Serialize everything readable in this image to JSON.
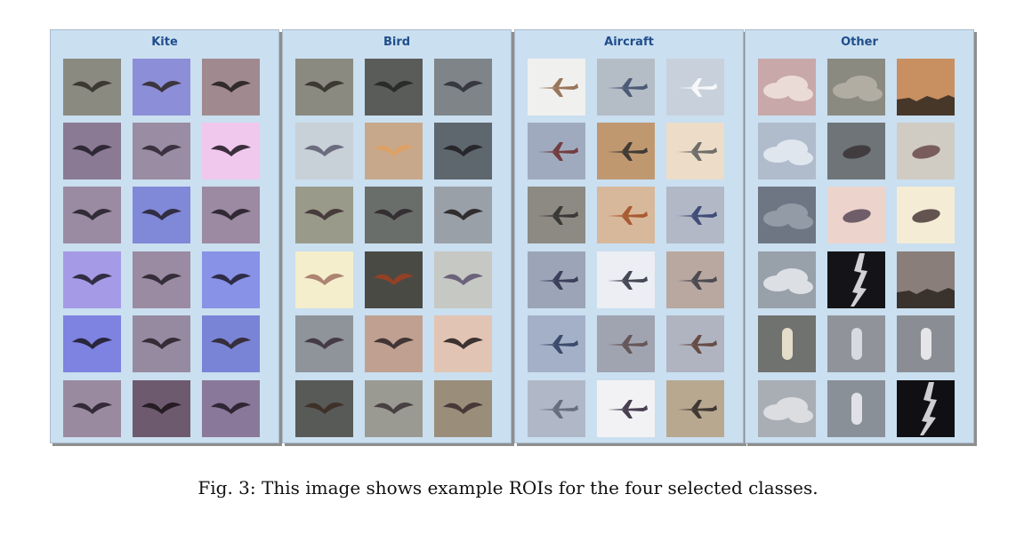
{
  "caption": "Fig. 3: This image shows example ROIs for the four selected classes.",
  "panels": [
    {
      "title": "Kite",
      "tiles": [
        {
          "bg": "#8a8a80",
          "icon": "bird-icon",
          "fg": "#2e2a24"
        },
        {
          "bg": "#8c8ed8",
          "icon": "bird-icon",
          "fg": "#2d2622"
        },
        {
          "bg": "#a08a90",
          "icon": "bird-icon",
          "fg": "#1f1a1a"
        },
        {
          "bg": "#8a7a94",
          "icon": "bird-icon",
          "fg": "#1f1a24"
        },
        {
          "bg": "#9a8ca2",
          "icon": "bird-icon",
          "fg": "#2a2230"
        },
        {
          "bg": "#f0c8ee",
          "icon": "bird-icon",
          "fg": "#1c141c"
        },
        {
          "bg": "#9a8aa2",
          "icon": "bird-icon",
          "fg": "#221a26"
        },
        {
          "bg": "#8088d8",
          "icon": "bird-icon",
          "fg": "#231e2a"
        },
        {
          "bg": "#9c8aa2",
          "icon": "bird-icon",
          "fg": "#1f1722"
        },
        {
          "bg": "#a49ae6",
          "icon": "bird-icon",
          "fg": "#1e1a26"
        },
        {
          "bg": "#9a8aa2",
          "icon": "bird-icon",
          "fg": "#241c28"
        },
        {
          "bg": "#8892e6",
          "icon": "bird-icon",
          "fg": "#1e1a2a"
        },
        {
          "bg": "#7e82e0",
          "icon": "bird-icon",
          "fg": "#1a1620"
        },
        {
          "bg": "#968aa0",
          "icon": "bird-icon",
          "fg": "#231c26"
        },
        {
          "bg": "#7a84d6",
          "icon": "bird-icon",
          "fg": "#2a1e1e"
        },
        {
          "bg": "#9a8aa0",
          "icon": "bird-icon",
          "fg": "#221a26"
        },
        {
          "bg": "#6e5a6e",
          "icon": "bird-icon",
          "fg": "#1a1218"
        },
        {
          "bg": "#8a789a",
          "icon": "bird-icon",
          "fg": "#1e1822"
        }
      ]
    },
    {
      "title": "Bird",
      "tiles": [
        {
          "bg": "#8a8a80",
          "icon": "bird-icon",
          "fg": "#2e2a24"
        },
        {
          "bg": "#5a5c5a",
          "icon": "bird-icon",
          "fg": "#222222"
        },
        {
          "bg": "#7e8488",
          "icon": "bird-icon",
          "fg": "#2a2a34"
        },
        {
          "bg": "#c8d0d8",
          "icon": "bird-icon",
          "fg": "#5a5a70"
        },
        {
          "bg": "#c8a88a",
          "icon": "bird-icon",
          "fg": "#e0a060"
        },
        {
          "bg": "#5e666e",
          "icon": "bird-icon",
          "fg": "#1c1c1e"
        },
        {
          "bg": "#9a9a8a",
          "icon": "bird-icon",
          "fg": "#3a2a2e"
        },
        {
          "bg": "#6a6e6a",
          "icon": "bird-icon",
          "fg": "#2a2428"
        },
        {
          "bg": "#9aa0a8",
          "icon": "bird-icon",
          "fg": "#1e1a1a"
        },
        {
          "bg": "#f4eecc",
          "icon": "bird-icon",
          "fg": "#a07060"
        },
        {
          "bg": "#4a4a44",
          "icon": "bird-icon",
          "fg": "#a04020"
        },
        {
          "bg": "#c6c8c4",
          "icon": "bird-icon",
          "fg": "#5a5070"
        },
        {
          "bg": "#8e949a",
          "icon": "bird-icon",
          "fg": "#3a2a3a"
        },
        {
          "bg": "#c0a090",
          "icon": "bird-icon",
          "fg": "#2a2226"
        },
        {
          "bg": "#e2c4b4",
          "icon": "bird-icon",
          "fg": "#1e1a1a"
        },
        {
          "bg": "#585a58",
          "icon": "bird-icon",
          "fg": "#3a2a20"
        },
        {
          "bg": "#9a9a92",
          "icon": "bird-icon",
          "fg": "#3a3034"
        },
        {
          "bg": "#9a8e7a",
          "icon": "bird-icon",
          "fg": "#3a2a2e"
        }
      ]
    },
    {
      "title": "Aircraft",
      "tiles": [
        {
          "bg": "#f0f0ee",
          "icon": "aircraft-icon",
          "fg": "#8a6040"
        },
        {
          "bg": "#b4bcc6",
          "icon": "aircraft-icon",
          "fg": "#3a4a66"
        },
        {
          "bg": "#c8d0dc",
          "icon": "aircraft-icon",
          "fg": "#ffffff"
        },
        {
          "bg": "#a0aabe",
          "icon": "aircraft-icon",
          "fg": "#6a2a2a"
        },
        {
          "bg": "#c09870",
          "icon": "aircraft-icon",
          "fg": "#2a2a2a"
        },
        {
          "bg": "#ecdcc8",
          "icon": "aircraft-icon",
          "fg": "#5a5a5a"
        },
        {
          "bg": "#8c8a82",
          "icon": "aircraft-icon",
          "fg": "#2a2a2a"
        },
        {
          "bg": "#d8b89a",
          "icon": "aircraft-icon",
          "fg": "#a04a20"
        },
        {
          "bg": "#b2b8c6",
          "icon": "aircraft-icon",
          "fg": "#2a3a6a"
        },
        {
          "bg": "#9ca4b8",
          "icon": "aircraft-icon",
          "fg": "#2a2e4a"
        },
        {
          "bg": "#eceef4",
          "icon": "aircraft-icon",
          "fg": "#2a2a3a"
        },
        {
          "bg": "#b8a8a0",
          "icon": "aircraft-icon",
          "fg": "#3a3a44"
        },
        {
          "bg": "#a4b0c8",
          "icon": "aircraft-icon",
          "fg": "#2a3a5a"
        },
        {
          "bg": "#a0a4b0",
          "icon": "aircraft-icon",
          "fg": "#5a4a4a"
        },
        {
          "bg": "#b0b4c0",
          "icon": "aircraft-icon",
          "fg": "#5a3a30"
        },
        {
          "bg": "#b0b8c8",
          "icon": "aircraft-icon",
          "fg": "#5a6070"
        },
        {
          "bg": "#f2f2f4",
          "icon": "aircraft-icon",
          "fg": "#2a2034"
        },
        {
          "bg": "#b8a890",
          "icon": "aircraft-icon",
          "fg": "#2a2424"
        }
      ]
    },
    {
      "title": "Other",
      "tiles": [
        {
          "bg": "#c8a8a8",
          "icon": "cloud-icon",
          "fg": "#f2e4e0"
        },
        {
          "bg": "#8a8a80",
          "icon": "cloud-icon",
          "fg": "#b8b4a8"
        },
        {
          "bg": "#c89060",
          "icon": "horizon-icon",
          "fg": "#302820"
        },
        {
          "bg": "#b0bccc",
          "icon": "cloud-icon",
          "fg": "#e8eef4"
        },
        {
          "bg": "#6e7478",
          "icon": "blob-icon",
          "fg": "#3a3436"
        },
        {
          "bg": "#d0ccc4",
          "icon": "blob-icon",
          "fg": "#6a4a4a"
        },
        {
          "bg": "#6e7684",
          "icon": "cloud-icon",
          "fg": "#9aa2ae"
        },
        {
          "bg": "#ecd4cc",
          "icon": "blob-icon",
          "fg": "#5a4a5a"
        },
        {
          "bg": "#f4ecd4",
          "icon": "blob-icon",
          "fg": "#4a3a3a"
        },
        {
          "bg": "#98a0aa",
          "icon": "cloud-icon",
          "fg": "#e8eaee"
        },
        {
          "bg": "#141418",
          "icon": "lightning-icon",
          "fg": "#f2f2f8"
        },
        {
          "bg": "#8a7e7a",
          "icon": "horizon-icon",
          "fg": "#2a2420"
        },
        {
          "bg": "#707270",
          "icon": "glare-icon",
          "fg": "#f8f0d8"
        },
        {
          "bg": "#90949a",
          "icon": "glare-icon",
          "fg": "#e4e6ea"
        },
        {
          "bg": "#8a8e94",
          "icon": "glare-icon",
          "fg": "#f6f6f8"
        },
        {
          "bg": "#a8aeb4",
          "icon": "cloud-icon",
          "fg": "#e4e6e8"
        },
        {
          "bg": "#8a9098",
          "icon": "glare-icon",
          "fg": "#eef0f6"
        },
        {
          "bg": "#101014",
          "icon": "lightning-icon",
          "fg": "#f0f0f4"
        }
      ]
    }
  ]
}
